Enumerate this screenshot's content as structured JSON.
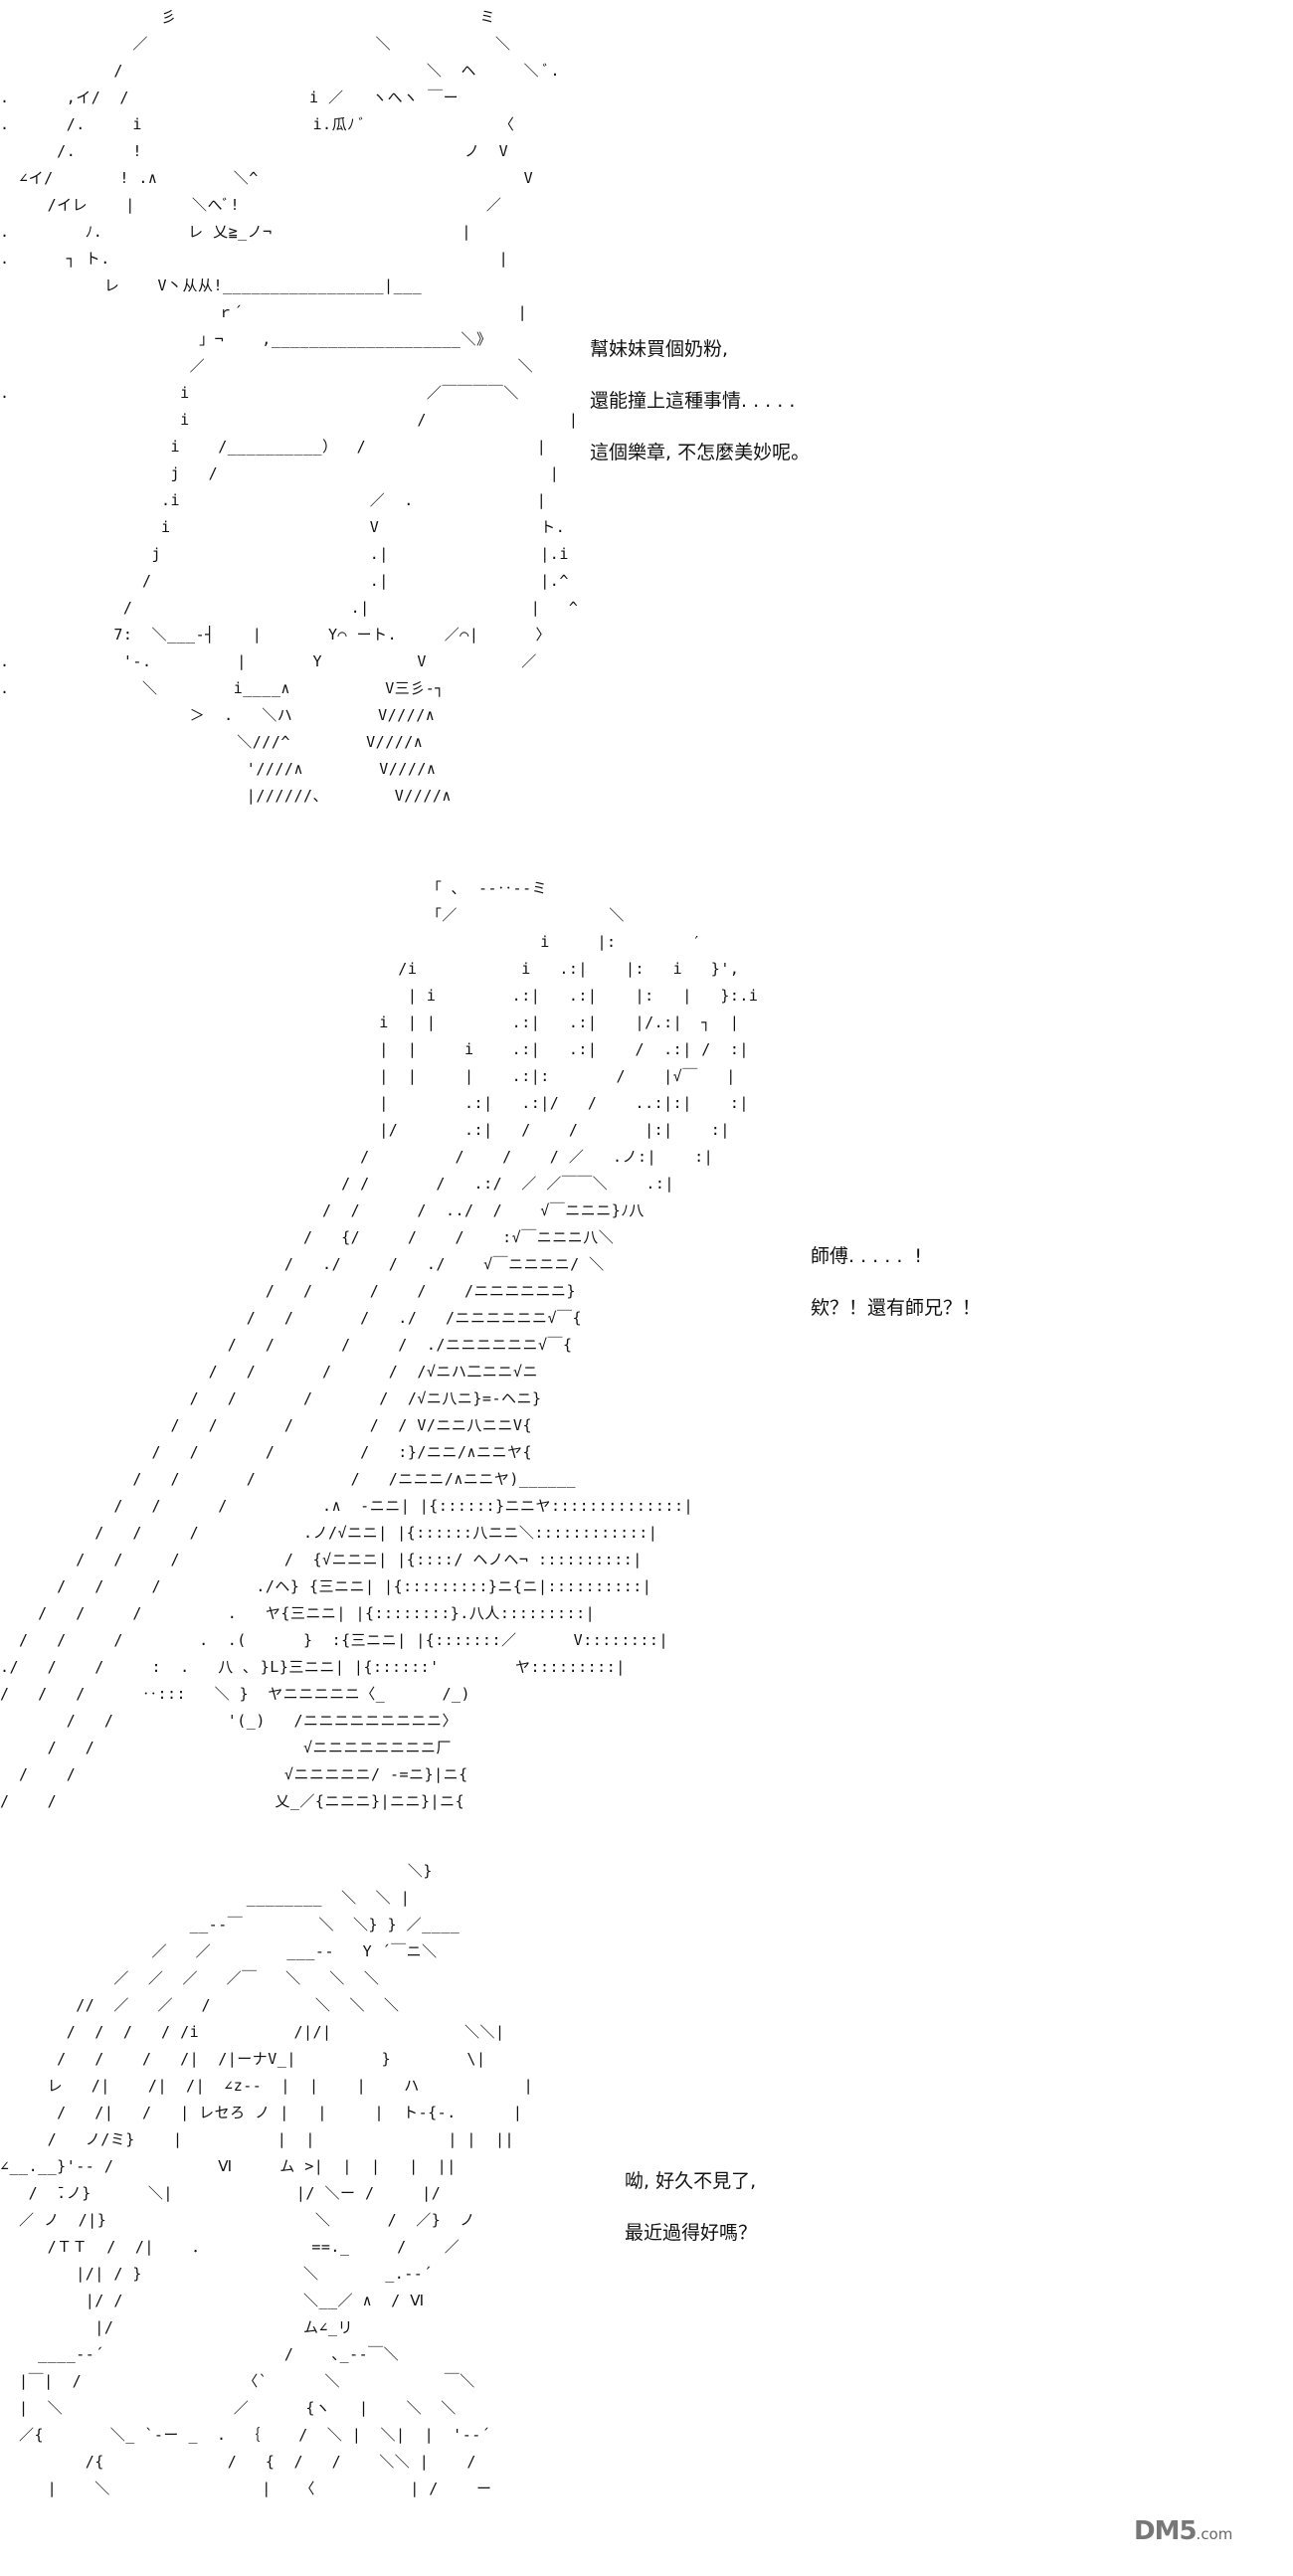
{
  "panels": [
    {
      "art": [
        "                 彡                                ミ",
        "              ／                        ＼           ＼",
        "            /                                ＼  ヘ     ＼ ﾞ.",
        ".      ,イ/  /                   i ／   ヽへヽ ￣ー",
        ".      /.     i                  i.瓜ﾉ ﾞ              〈",
        "      /.      !                                  ノ  V",
        "  ∠イ/       ! .∧        ＼^                            V",
        "     /イレ    |      ＼へﾞ!                          ／",
        ".        ﾉ.         レ 乂≧_ノ¬                    |",
        ".      ┐ ト.                                         |",
        "           レ    V丶从从!_________________|___",
        "                       ｒ´                             |",
        "                     」¬    ,____________________＼》",
        "                    ／                                 ＼",
        ".                  i                         ／￣￣￣￣＼",
        "                   i                        /               |",
        "                  i    /__________）  /                  |",
        "                  j   /                                   |",
        "                 .i                    ／  .             |",
        "                 i                     V                 ト.",
        "                j                      .|                |.i",
        "               /                       .|                |.^",
        "             /                       .|                 |   ^",
        "            7:  ＼___-┤    |       Y⌒ ート.     ／⌒|      〉",
        ".            '-.         |       Y          V          ／",
        ".              ＼        i____∧          V三彡-┐",
        "                    ＞  .   ＼ハ         V////∧",
        "                         ＼///^        V////∧",
        "                          '////∧        V////∧",
        "                          |//////、       V////∧"
      ],
      "dialogue": [
        "幫妹妹買個奶粉,",
        "還能撞上這種事情. . . . .",
        "這個樂章, 不怎麼美妙呢。"
      ]
    },
    {
      "art": [
        "                                             「 ､  --‥--ミ",
        "                                             「／                ＼",
        "                                                         i     |:        ′",
        "                                          /i           i   .:|    |:   i   }',",
        "                                           | i        .:|   .:|    |:   |   }:.i",
        "                                        i  | |        .:|   .:|    |/.:|  ┐  |",
        "                                        |  |     i    .:|   .:|    /  .:| /  :|",
        "                                        |  |     |    .:|:       /    |√￣   |",
        "                                        |        .:|   .:|/   /    ..:|:|    :|",
        "                                        |/       .:|   /    /       |:|    :|",
        "                                      /         /    /    / ／   .ノ:|    :|",
        "                                    / /       /   .:/  ／ ／￣￣＼    .:|",
        "                                  /  /      /  ../  /    √￣ニニニ}ﾉ八",
        "                                /   {/     /    /    :√￣ニニニ八＼",
        "                              /   ./     /   ./    √￣ニニニニ/ ＼",
        "                            /   /      /    /    /ニニニニニニ}",
        "                          /   /       /   ./   /ニニニニニニ√￣{",
        "                        /   /       /     /  ./ニニニニニニ√￣{",
        "                      /   /       /      /  /√ニハ二ニニ√ニ",
        "                    /   /       /       /  /√ニ八ニ}=-ヘニ}",
        "                  /   /       /        /  / V/ニニ八ニニV{",
        "                /   /       /         /   :}/ニニ/∧ニニヤ{",
        "              /   /       /          /   /ニニニ/∧ニニヤ)______",
        "            /   /      /          .∧  -ニニ| |{::::::}ニニヤ::::::::::::::|",
        "          /   /     /           .ノ/√ニニ| |{::::::八ニニ＼::::::::::::|",
        "        /   /     /           /  {√ニニニ| |{::::/ ヘノヘ¬ ::::::::::|",
        "      /   /     /          ./ヘ} {三ニニ| |{:::::::::}ニ{ニ|::::::::::|",
        "    /   /     /         .   ヤ{三ニニ| |{::::::::}.八人:::::::::|",
        "  /   /     /        .  .(      }  :{三ニニ| |{:::::::／      V::::::::|",
        "./   /    /     :  .   八 ､ }L}三ニニ| |{::::::'        ヤ:::::::::|",
        "/   /   /      ‥:::   ＼ }  ヤニニニニニ〈_      /_)",
        "       /   /            '(_)   /ニニニニニニニニニ〉",
        "     /   /                      √ニニニニニニニニ厂",
        "  /    /                      √ニニニニニ/ -=ニ}|ニ{",
        "/    /                       乂_／{ニニニ}|ニニ}|ニ{"
      ],
      "dialogue": [
        "師傅. . . . .  !",
        "欸？！還有師兄？！"
      ]
    },
    {
      "art": [
        "                                           ＼}",
        "                          ________  ＼  ＼ |",
        "                    __--￣        ＼  ＼} } ／____",
        "                ／   ／        ___--   Y ´￣ニ＼",
        "            ／  ／  ／   ／￣   ＼   ＼  ＼",
        "        //  ／   ／   /           ＼  ＼  ＼",
        "       /  /  /   / /i          /|/|              ＼＼|",
        "      /   /    /   /|  /|ーナV_|         }        \\|",
        "     レ   /|    /|  /|  ∠z--  |  |    |    ハ           |",
        "      /   /|   /   | レセろ ノ |   |     |  ト-{-.      |",
        "     /   ノ/ミ}    |          |  |              | |  ||",
        "∠__.__}'-- /           Ⅵ     ム >|  |  |   |  ||",
        "   /  ̄.ノ}      ＼|             |/ ＼ー /     |/",
        "  ／ ノ  /|}                      ＼      /  ／}  ノ",
        "     /ＴＴ  /  /|    ．           ==._     /    ／",
        "        |/| / }                 ＼       _.-‐´",
        "         |/ /                   ＼__／ ∧  / Ⅵ",
        "          |/                    ム∠_リ",
        "    ____--´                   /    ､_--￣＼",
        "  |￣|  /                 〈`      ＼           ￣＼",
        "  |  ＼                  ／      {ヽ   |    ＼  ＼",
        "  ／{       ＼_ `-ー _  .  ｛    /  ＼ |  ＼|  |  '--´",
        "         /{             /   {  /   /    ＼＼ |    /",
        "     |    ＼                |   〈          | /    ー"
      ],
      "dialogue": [
        "呦, 好久不見了,",
        "最近過得好嗎？"
      ]
    }
  ],
  "watermark": {
    "brand": "DM5",
    "suffix": ".com"
  }
}
